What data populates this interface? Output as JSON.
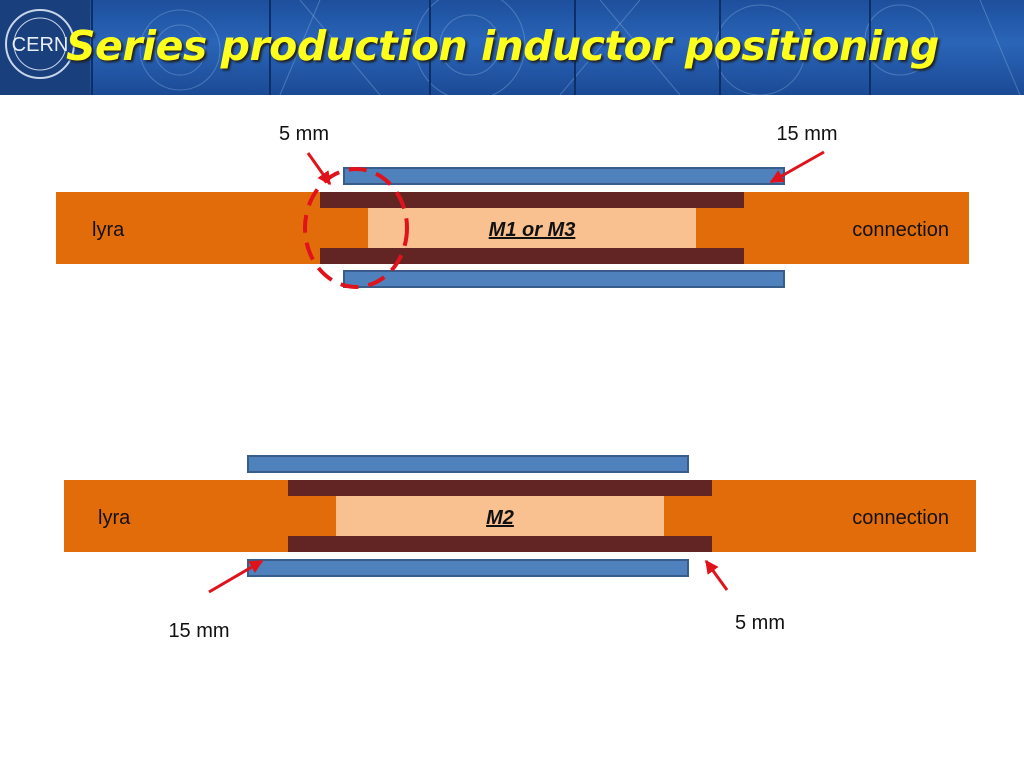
{
  "header": {
    "logo_text": "CERN",
    "title": "Series production inductor positioning"
  },
  "diagram_top": {
    "left_label": "lyra",
    "right_label": "connection",
    "magnet_label": "M1 or M3",
    "callout_left": "5 mm",
    "callout_right": "15 mm"
  },
  "diagram_bottom": {
    "left_label": "lyra",
    "right_label": "connection",
    "magnet_label": "M2",
    "callout_left": "15 mm",
    "callout_right": "5 mm"
  },
  "colors": {
    "bus_orange": "#e36c0a",
    "magnet_fill": "#f9c090",
    "brown_layer": "#632523",
    "inductor_blue": "#4f81bd",
    "inductor_border": "#385d8a",
    "arrow_red": "#e0121b",
    "title_yellow": "#ffff1e"
  }
}
